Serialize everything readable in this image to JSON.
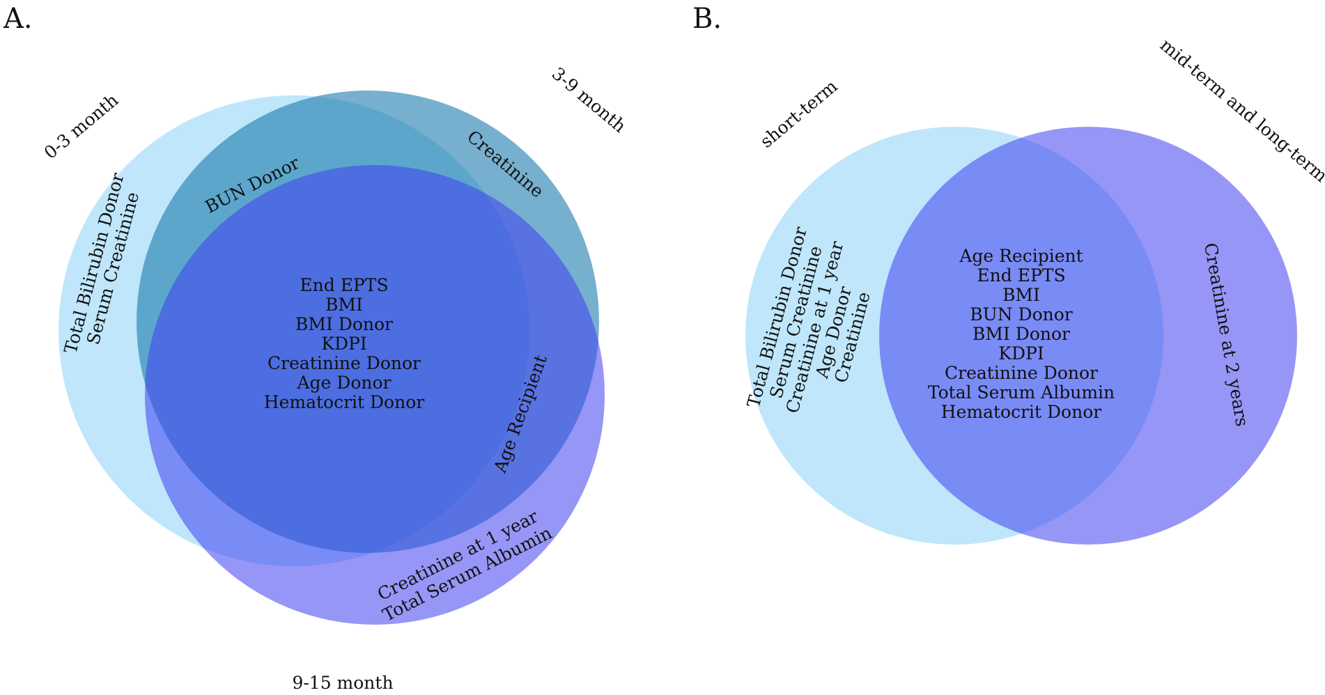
{
  "panels": [
    {
      "panel_label": "A.",
      "sets": [
        {
          "name": "0-3 month",
          "color": "#aaddfa"
        },
        {
          "name": "3-9 month",
          "color": "#1a7bad"
        },
        {
          "name": "9-15 month",
          "color": "#4040f0"
        }
      ],
      "regions": {
        "only_0_3": [
          "Total Bilirubin Donor",
          "Serum Creatinine"
        ],
        "only_3_9": [
          "Creatinine"
        ],
        "only_9_15": [
          "Creatinine at 1 year",
          "Total Serum Albumin"
        ],
        "overlap_0_3_and_3_9": [
          "BUN Donor"
        ],
        "overlap_3_9_and_9_15": [
          "Age Recipient"
        ],
        "overlap_all": [
          "End EPTS",
          "BMI",
          "BMI Donor",
          "KDPI",
          "Creatinine Donor",
          "Age Donor",
          "Hematocrit Donor"
        ]
      }
    },
    {
      "panel_label": "B.",
      "sets": [
        {
          "name": "short-term",
          "color": "#aaddfa"
        },
        {
          "name": "mid-term and long-term",
          "color": "#4040f0"
        }
      ],
      "regions": {
        "only_short": [
          "Total Bilirubin Donor",
          "Serum Creatinine",
          "Creatinine at 1 year",
          "Age Donor",
          "Creatinine"
        ],
        "only_mid_long": [
          "Creatinine at 2 years"
        ],
        "overlap": [
          "Age Recipient",
          "End EPTS",
          "BMI",
          "BUN Donor",
          "BMI Donor",
          "KDPI",
          "Creatinine Donor",
          "Total Serum Albumin",
          "Hematocrit Donor"
        ]
      }
    }
  ]
}
